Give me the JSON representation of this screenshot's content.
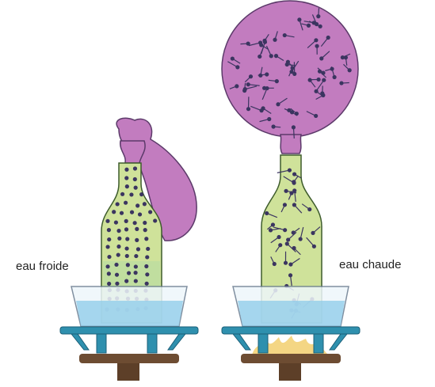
{
  "labels": {
    "cold": "eau froide",
    "hot": "eau chaude"
  },
  "colors": {
    "balloon": "#c27cbf",
    "balloon_stroke": "#5c3a6a",
    "bottle_fill": "#cfe29a",
    "bottle_lower": "#b4dba4",
    "bottle_stroke": "#3e5c2c",
    "water": "#8ccbea",
    "basin_fill": "#eef6fb",
    "basin_stroke": "#6a7c90",
    "stand": "#2f90ae",
    "stand_dark": "#1b5f78",
    "base_brown": "#6d4c32",
    "flame": "#f2cf6e",
    "particle": "#3b3560"
  },
  "diagram": {
    "left_state": "cold water — particles close together, balloon limp",
    "right_state": "hot water — particles spread apart, balloon inflated"
  }
}
